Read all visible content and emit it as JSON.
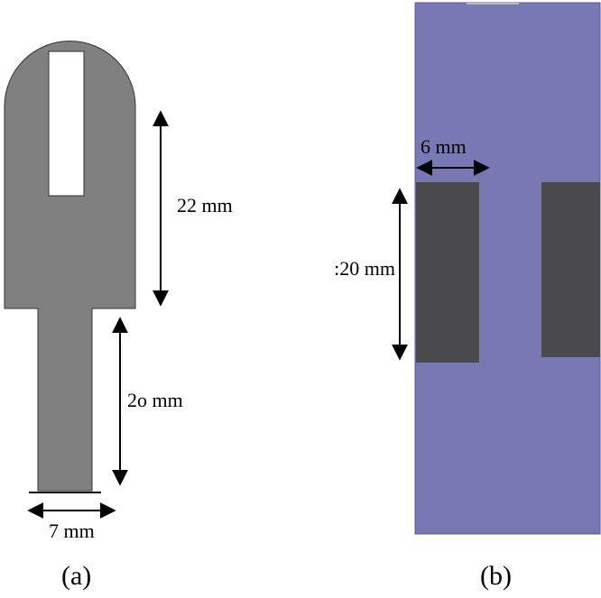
{
  "panel_a": {
    "caption": "(a)",
    "dim_upper": "22 mm",
    "dim_lower": "2o mm",
    "dim_width": "7 mm",
    "patch_color": "#808080",
    "slot_color": "#ffffff"
  },
  "panel_b": {
    "caption": "(b)",
    "dim_width": "6 mm",
    "dim_height": ":20 mm",
    "substrate_color": "#7a78b4",
    "slot_color": "#4a4a4d"
  }
}
